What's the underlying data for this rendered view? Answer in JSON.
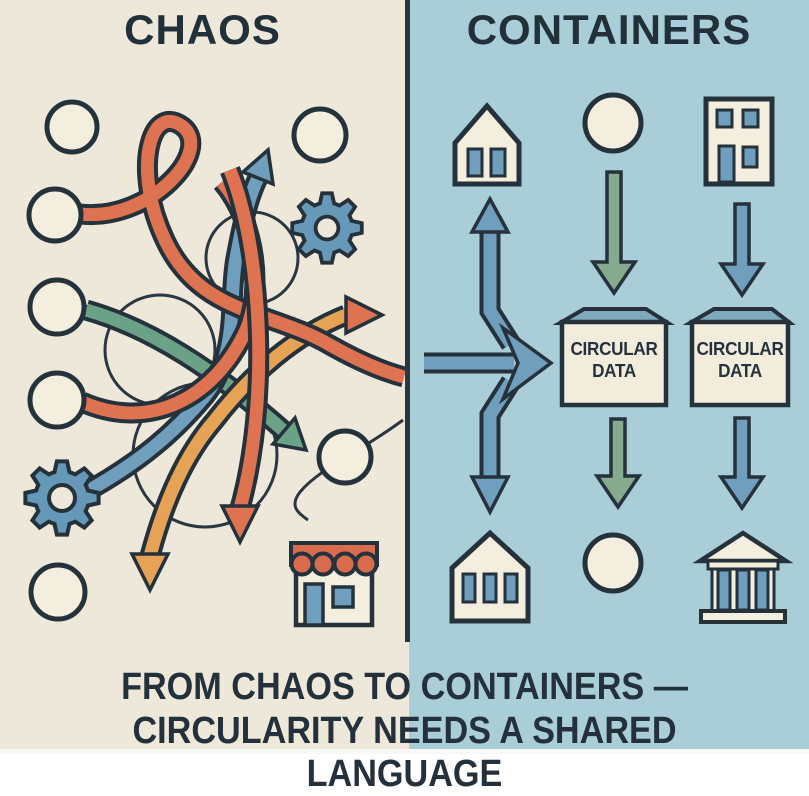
{
  "poster": {
    "left_panel": {
      "title": "CHAOS",
      "icons": [
        "blue-circle-icon",
        "cream-circle-icon",
        "green-circle-icon",
        "blue-circle-icon",
        "gear-icon",
        "orange-circle-icon",
        "green-circle-icon",
        "gear-icon",
        "green-circle-icon",
        "storefront-icon",
        "tangled-arrows"
      ]
    },
    "right_panel": {
      "title": "CONTAINERS",
      "top_row_icons": [
        "house-icon",
        "circle-icon",
        "building-icon"
      ],
      "containers": [
        {
          "line1": "CIRCULAR",
          "line2": "DATA"
        },
        {
          "line1": "CIRCULAR",
          "line2": "DATA"
        }
      ],
      "bottom_row_icons": [
        "warehouse-icon",
        "circle-icon",
        "bank-icon"
      ]
    },
    "caption": {
      "line1": "FROM CHAOS TO CONTAINERS —",
      "line2": "CIRCULARITY NEEDS A SHARED LANGUAGE"
    },
    "colors": {
      "left_bg": "#EDE8D9",
      "right_bg": "#A9CED8",
      "ink": "#25323C",
      "steel_blue": "#6F9FBC",
      "green": "#6BA287",
      "green_arrow": "#85AA8E",
      "red_orange": "#DD7350",
      "yellow_orange": "#E7A355",
      "cream": "#F3EEDD",
      "orange": "#E9A45C",
      "box_lid": "#7FA9BC",
      "awning": "#D96B4F"
    }
  }
}
